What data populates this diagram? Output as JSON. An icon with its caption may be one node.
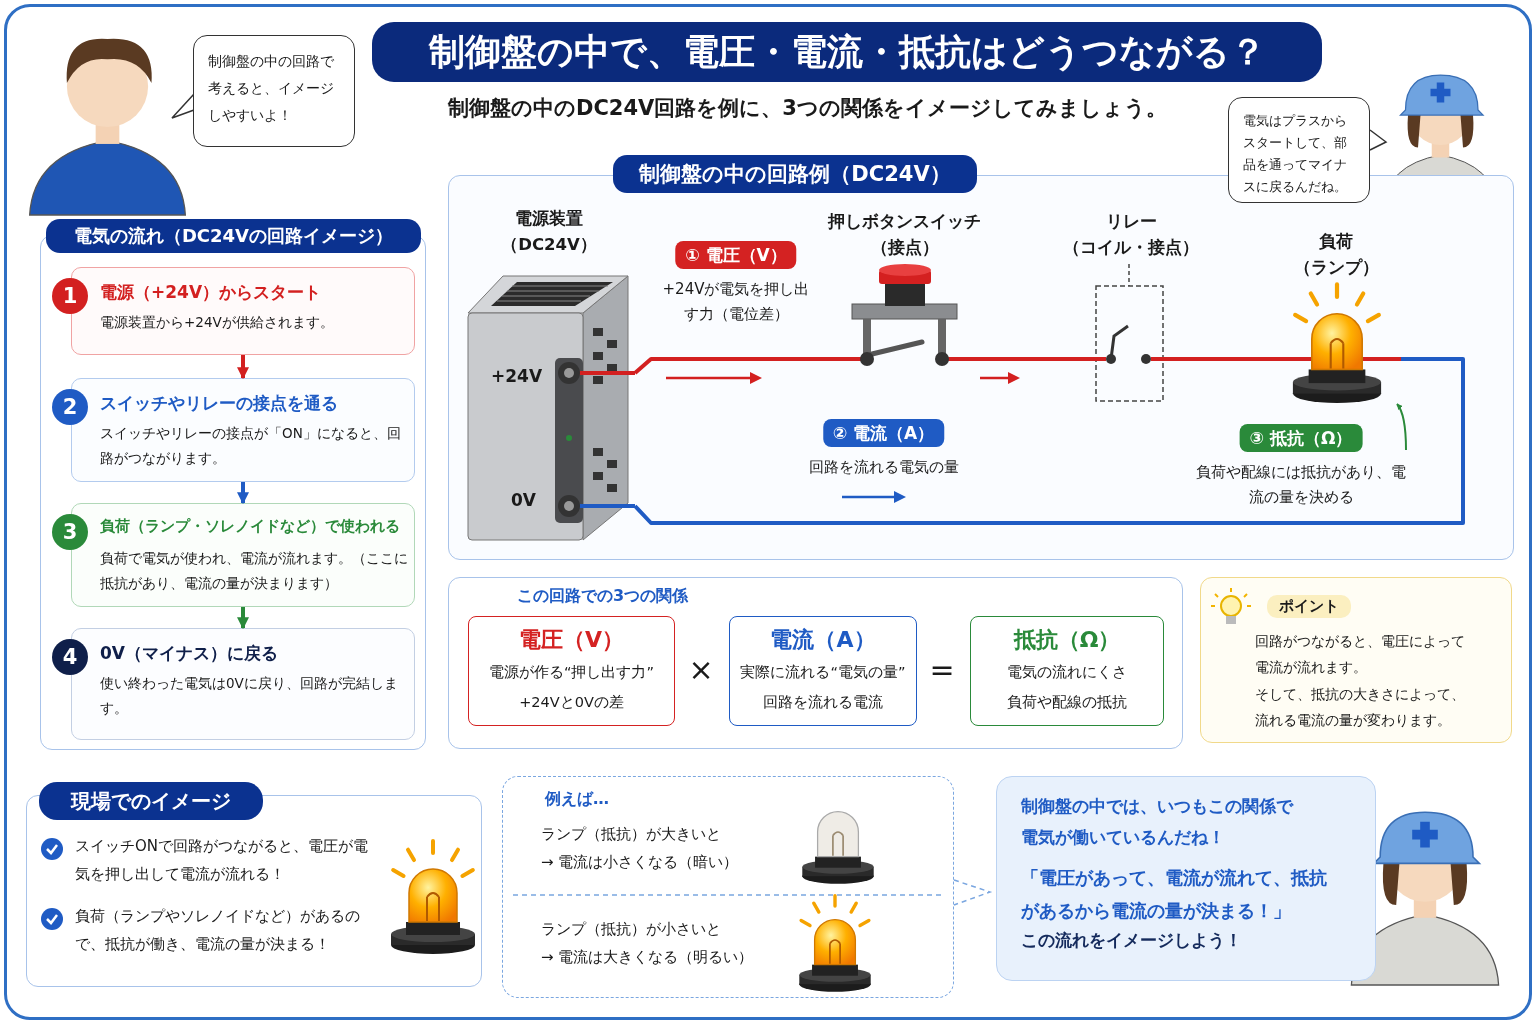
{
  "diagram": {
    "title": "制御盤の中で、電圧・電流・抵抗はどうつながる？",
    "nodes": [
      {
        "text": [
          "制御盤の中の回路で考えると、イメージしやすいよ！"
        ]
      },
      {
        "text": [
          "電気はプラスからスタートして、部品を通ってマイナスに戻るんだね。"
        ]
      },
      {
        "text": [
          "電気の流れ（DC24Vの回路イメージ）"
        ]
      },
      {
        "text": [
          "1",
          "電源（+24V）からスタート",
          "電源装置から+24Vが供給されます。"
        ],
        "in": 2
      },
      {
        "text": [
          "2",
          "スイッチやリレーの接点を通る",
          "スイッチやリレーの接点が「ON」になると、回路がつながります。"
        ],
        "in": 2
      },
      {
        "text": [
          "3",
          "負荷（ランプ・ソレノイドなど）で使われる",
          "負荷で電気が使われ、電流が流れます。（ここに抵抗があり、電流の量が決まります）"
        ],
        "in": 2
      },
      {
        "text": [
          "4",
          "0V（マイナス）に戻る",
          "使い終わった電気は0Vに戻り、回路が完結します。"
        ],
        "in": 2
      },
      {
        "text": [
          "制御盤の中の回路例（DC24V）"
        ]
      },
      {
        "text": [
          "電源装置（DC24V）",
          "+24V",
          "0V"
        ],
        "in": 7
      },
      {
        "text": [
          "① 電圧（V）"
        ],
        "beside": [
          "+24Vが電気を押し出す力（電位差）"
        ],
        "in": 7
      },
      {
        "text": [
          "押しボタンスイッチ（接点）"
        ],
        "in": 7
      },
      {
        "text": [
          "リレー（コイル・接点）"
        ],
        "in": 7
      },
      {
        "text": [
          "負荷（ランプ）"
        ],
        "in": 7
      },
      {
        "text": [
          "② 電流（A）"
        ],
        "beside": [
          "回路を流れる電気の量"
        ],
        "in": 7
      },
      {
        "text": [
          "③ 抵抗（Ω）"
        ],
        "beside": [
          "負荷や配線には抵抗があり、電流の量を決める"
        ],
        "in": 7
      },
      {
        "text": [
          "この回路での3つの関係"
        ]
      },
      {
        "text": [
          "電圧（V）",
          "電源が作る“押し出す力”",
          "+24Vと0Vの差"
        ],
        "in": 15
      },
      {
        "text": [
          "電流（A）",
          "実際に流れる“電気の量”",
          "回路を流れる電流"
        ],
        "in": 15
      },
      {
        "text": [
          "抵抗（Ω）",
          "電気の流れにくさ",
          "負荷や配線の抵抗"
        ],
        "in": 15
      },
      {
        "text": [
          "ポイント",
          "回路がつながると、電圧によって電流が流れます。",
          "そして、抵抗の大きさによって、流れる電流の量が変わります。"
        ]
      },
      {
        "text": [
          "現場でのイメージ",
          "スイッチONで回路がつながると、電圧が電気を押し出して電流が流れる！",
          "負荷（ランプやソレノイドなど）があるので、抵抗が働き、電流の量が決まる！"
        ]
      },
      {
        "text": [
          "例えば…",
          "ランプ（抵抗）が大きいと",
          "→ 電流は小さくなる（暗い）",
          "ランプ（抵抗）が小さいと",
          "→ 電流は大きくなる（明るい）"
        ]
      },
      {
        "text": [
          "制御盤の中では、いつもこの関係で電気が働いているんだね！",
          "「電圧があって、電流が流れて、抵抗があるから電流の量が決まる！」",
          "この流れをイメージしよう！"
        ]
      }
    ],
    "edges": [
      {
        "from": 3,
        "to": 4,
        "arrow": "to",
        "color": "#d32020"
      },
      {
        "from": 4,
        "to": 5,
        "arrow": "to",
        "color": "#1f5bc4"
      },
      {
        "from": 5,
        "to": 6,
        "arrow": "to",
        "color": "#2a8a3a"
      },
      {
        "from": 8,
        "to": 10,
        "arrow": "none",
        "color": "#d32020"
      },
      {
        "from": 10,
        "to": 11,
        "arrow": "none",
        "color": "#d32020"
      },
      {
        "from": 11,
        "to": 12,
        "arrow": "none",
        "color": "#d32020"
      },
      {
        "from": 12,
        "to": 8,
        "arrow": "none",
        "color": "#1f5bc4"
      },
      {
        "from": 14,
        "to": 12,
        "arrow": "to",
        "color": "#2a8a3a"
      }
    ],
    "labels": [
      "制御盤の中のDC24V回路を例に、3つの関係をイメージしてみましょう。",
      "×",
      "="
    ]
  }
}
